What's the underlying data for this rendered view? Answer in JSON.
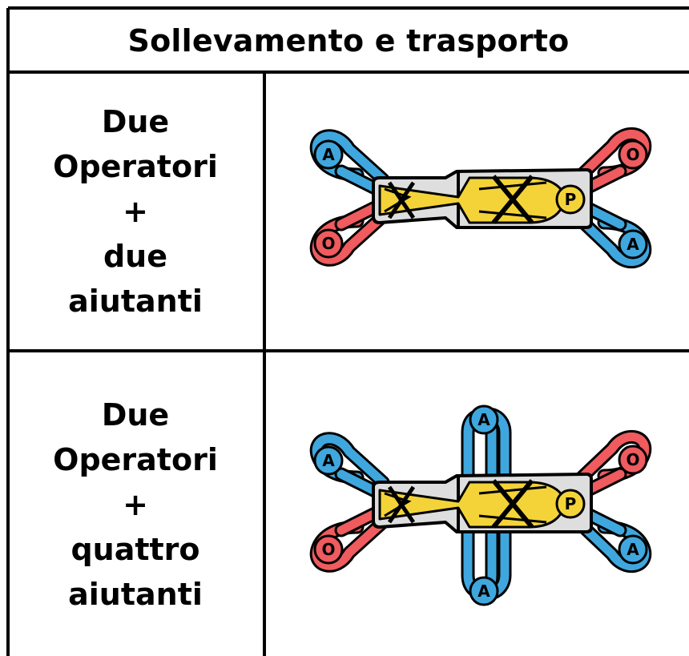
{
  "title": "Sollevamento e trasporto",
  "rows": [
    {
      "lines": [
        "Due",
        "Operatori",
        "+",
        "due",
        "aiutanti"
      ]
    },
    {
      "lines": [
        "Due",
        "Operatori",
        "+",
        "quattro",
        "aiutanti"
      ]
    }
  ],
  "roles": {
    "operator": "O",
    "helper": "A",
    "patient": "P"
  },
  "colors": {
    "operator": "#ef5b5e",
    "helper": "#3fa7de",
    "patient": "#f3d338",
    "stretcher": "#dedede",
    "grid": "#000000"
  }
}
